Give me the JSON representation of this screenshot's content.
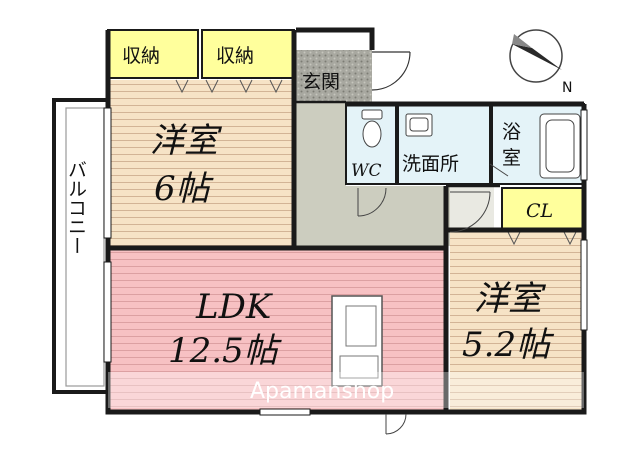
{
  "rooms": {
    "youshitsu1": {
      "name": "洋室",
      "size": "6帖"
    },
    "youshitsu2": {
      "name": "洋室",
      "size": "5.2帖"
    },
    "ldk": {
      "name": "LDK",
      "size": "12.5帖"
    }
  },
  "labels": {
    "storage_left": "収納",
    "storage_right": "収納",
    "entrance": "玄関",
    "wc": "WC",
    "washroom": "洗面所",
    "bath_top": "浴",
    "bath_bottom": "室",
    "closet": "CL",
    "balcony": "バルコニー"
  },
  "compass": {
    "north_label": "N"
  },
  "watermark": "Apamanshop",
  "colors": {
    "wall": "#1a1a1a",
    "youshitsu": "#f6e3c6",
    "ldk": "#f7c1c3",
    "storage": "#ffff9c",
    "corridor": "#cccdbf",
    "wet_area": "#e4f3f8",
    "entrance_tile": "#9a9a92"
  }
}
